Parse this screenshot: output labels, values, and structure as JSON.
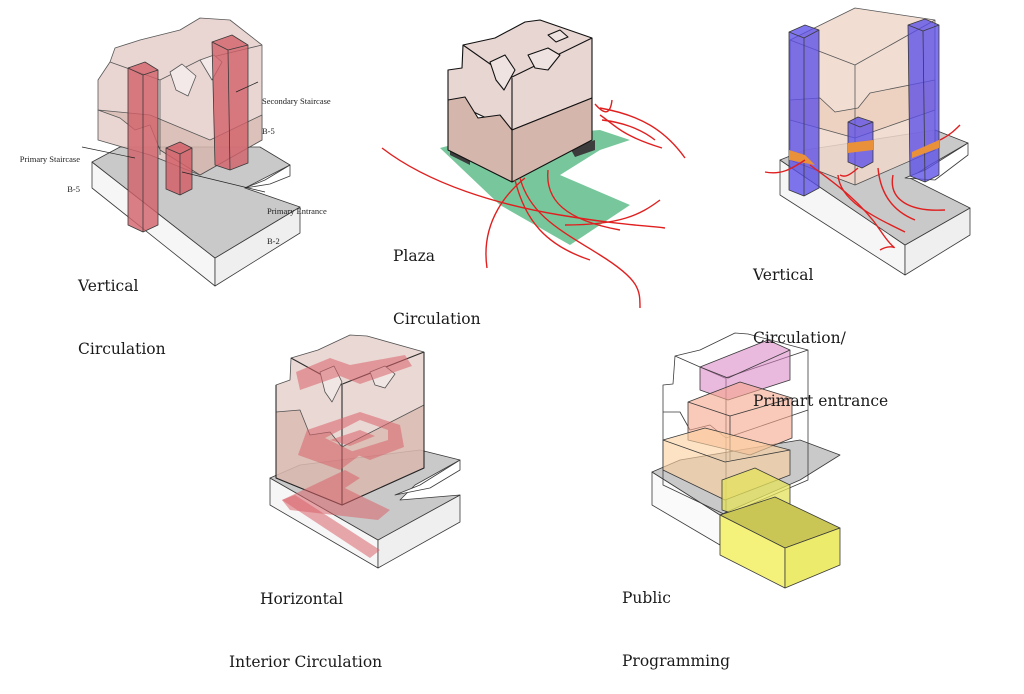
{
  "diagrams": [
    {
      "id": "vertical-circulation",
      "caption": [
        "Vertical",
        "Circulation"
      ],
      "annotations": [
        {
          "title": "Secondary Staircase",
          "code": "B-5"
        },
        {
          "title": "Primary Staircase",
          "code": "B-5"
        },
        {
          "title": "Primary Entrance",
          "code": "B-2"
        }
      ],
      "highlight_color": "#d0606a"
    },
    {
      "id": "plaza-circulation",
      "caption": [
        "Plaza",
        "Circulation"
      ],
      "highlight_color": "#6fc49a",
      "path_color": "#e02020"
    },
    {
      "id": "vertical-circulation-entrance",
      "caption": [
        "Vertical",
        "Circulation/",
        "Primart entrance"
      ],
      "highlight_color": "#6a5ee6",
      "accent_color": "#e8913a",
      "path_color": "#e02020"
    },
    {
      "id": "horizontal-interior-circulation",
      "caption": [
        "Horizontal",
        "Interior Circulation"
      ],
      "highlight_color": "#d9626a"
    },
    {
      "id": "public-programming",
      "caption": [
        "Public",
        "Programming"
      ],
      "program_colors": [
        "#d9a0d0",
        "#f5b59a",
        "#fbdcb5",
        "#f2f07a"
      ]
    }
  ]
}
